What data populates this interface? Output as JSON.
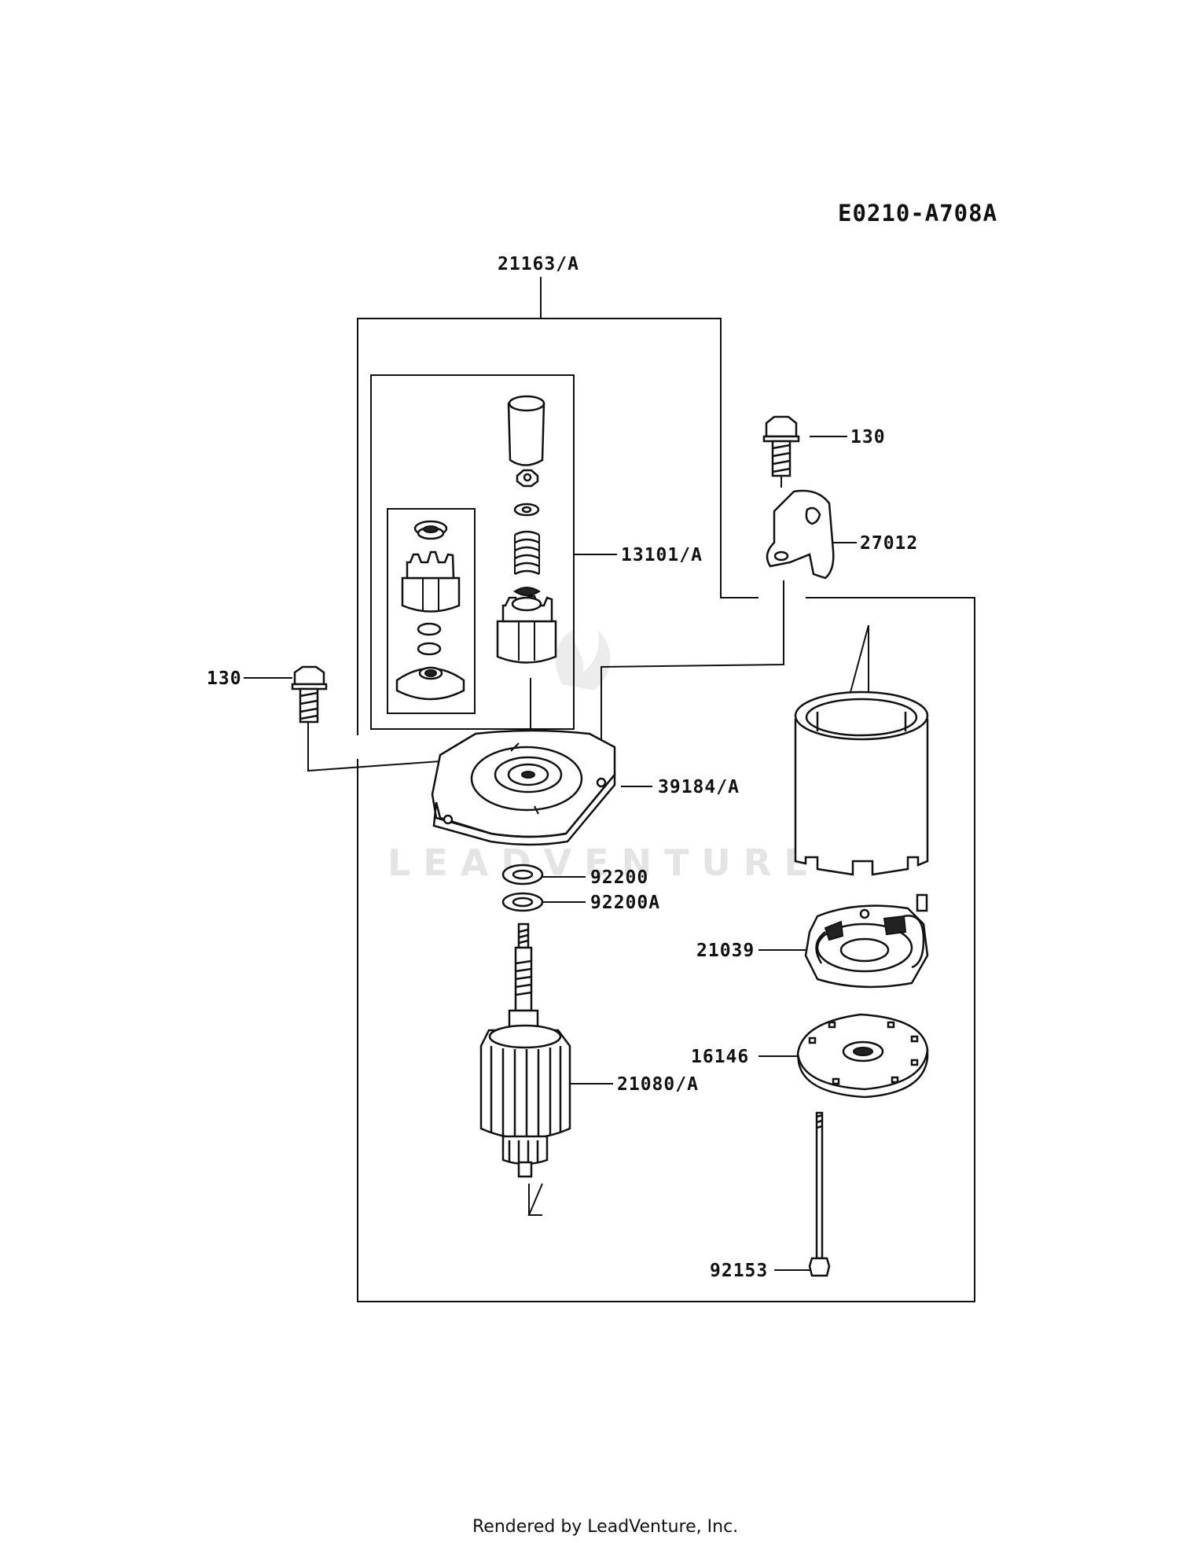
{
  "diagram_code": "E0210-A708A",
  "footer": "Rendered by LeadVenture, Inc.",
  "watermark": "LEADVENTURE",
  "callouts": [
    {
      "id": "21163-a",
      "text": "21163/A"
    },
    {
      "id": "130-top",
      "text": "130"
    },
    {
      "id": "27012",
      "text": "27012"
    },
    {
      "id": "13101-a",
      "text": "13101/A"
    },
    {
      "id": "130-left",
      "text": "130"
    },
    {
      "id": "39184-a",
      "text": "39184/A"
    },
    {
      "id": "92200",
      "text": "92200"
    },
    {
      "id": "92200a",
      "text": "92200A"
    },
    {
      "id": "21039",
      "text": "21039"
    },
    {
      "id": "16146",
      "text": "16146"
    },
    {
      "id": "21080-a",
      "text": "21080/A"
    },
    {
      "id": "92153",
      "text": "92153"
    }
  ]
}
